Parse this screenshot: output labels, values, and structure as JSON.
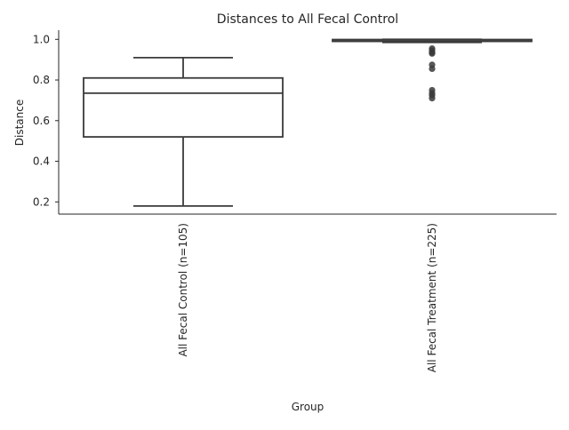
{
  "chart_data": {
    "type": "box",
    "title": "Distances to All Fecal Control",
    "xlabel": "Group",
    "ylabel": "Distance",
    "ylim": [
      0.14,
      1.045
    ],
    "yticks": [
      0.2,
      0.4,
      0.6,
      0.8,
      1.0
    ],
    "ytick_labels": [
      "0.2",
      "0.4",
      "0.6",
      "0.8",
      "1.0"
    ],
    "grid": false,
    "categories": [
      "All Fecal Control (n=105)",
      "All Fecal Treatment (n=225)"
    ],
    "boxes": [
      {
        "category": "All Fecal Control (n=105)",
        "whisker_low": 0.18,
        "q1": 0.52,
        "median": 0.735,
        "q3": 0.81,
        "whisker_high": 0.91,
        "outliers": []
      },
      {
        "category": "All Fecal Treatment (n=225)",
        "whisker_low": 0.985,
        "q1": 0.99,
        "median": 0.997,
        "q3": 0.999,
        "whisker_high": 1.0,
        "outliers": [
          0.955,
          0.945,
          0.935,
          0.93,
          0.875,
          0.855,
          0.75,
          0.735,
          0.725,
          0.71
        ]
      }
    ],
    "colors": {
      "line": "#3a3a3a",
      "outlier": "#3a3a3a",
      "text": "#262626",
      "axis": "#262626"
    }
  }
}
